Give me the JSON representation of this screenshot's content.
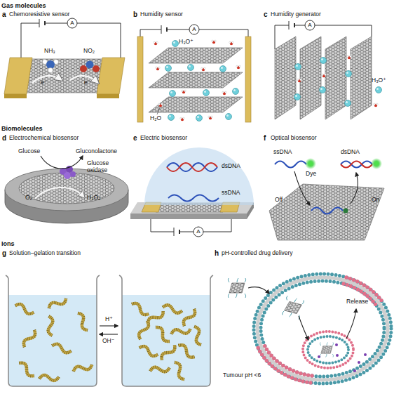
{
  "diagram": {
    "labels": [
      "Gas molecules",
      "a",
      "Chemoresistive sensor",
      "A",
      "NH₃",
      "NO₂",
      "e⁻",
      "e⁻",
      "b",
      "Humidity sensor",
      "A",
      "H₃O⁺",
      "H₂O",
      "c",
      "Humidity generator",
      "A",
      "H₃O⁺",
      "Biomolecules",
      "d",
      "Electrochemical biosensor",
      "Glucose",
      "Gluconolactone",
      "Glucose oxidase",
      "O₂",
      "H₂O₂",
      "e",
      "Electric biosensor",
      "dsDNA",
      "ssDNA",
      "A",
      "f",
      "Optical biosensor",
      "ssDNA",
      "dsDNA",
      "Dye",
      "Off",
      "On",
      "Ions",
      "g",
      "Solution–gelation transition",
      "H⁺",
      "OH⁻",
      "h",
      "pH-controlled drug delivery",
      "Release",
      "Tumour pH <6"
    ]
  }
}
